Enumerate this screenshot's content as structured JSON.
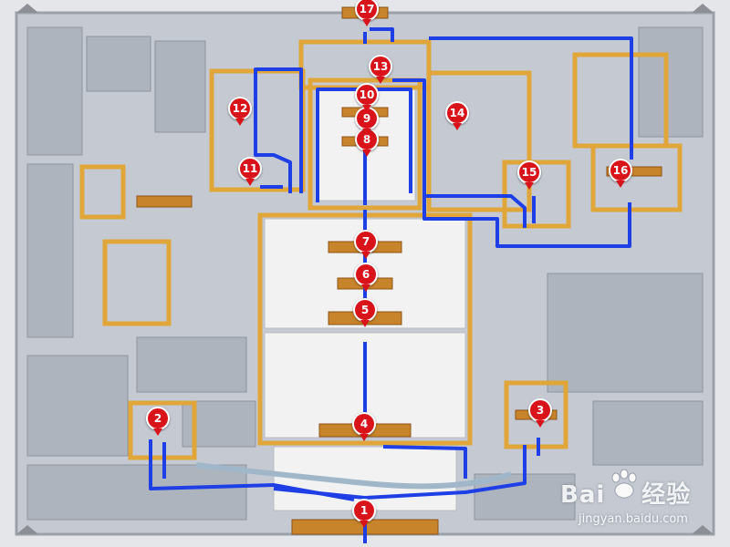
{
  "map": {
    "markers": [
      {
        "n": "1",
        "name": "marker-1"
      },
      {
        "n": "2",
        "name": "marker-2"
      },
      {
        "n": "3",
        "name": "marker-3"
      },
      {
        "n": "4",
        "name": "marker-4"
      },
      {
        "n": "5",
        "name": "marker-5"
      },
      {
        "n": "6",
        "name": "marker-6"
      },
      {
        "n": "7",
        "name": "marker-7"
      },
      {
        "n": "8",
        "name": "marker-8"
      },
      {
        "n": "9",
        "name": "marker-9"
      },
      {
        "n": "10",
        "name": "marker-10"
      },
      {
        "n": "11",
        "name": "marker-11"
      },
      {
        "n": "12",
        "name": "marker-12"
      },
      {
        "n": "13",
        "name": "marker-13"
      },
      {
        "n": "14",
        "name": "marker-14"
      },
      {
        "n": "15",
        "name": "marker-15"
      },
      {
        "n": "16",
        "name": "marker-16"
      },
      {
        "n": "17",
        "name": "marker-17"
      }
    ],
    "colors": {
      "route": "#1f3fe6",
      "marker": "#d8141a",
      "wall": "#e0a63a",
      "roof": "#c8842a",
      "ground": "#c7ccd4",
      "courtyard": "#f1f1f1"
    }
  },
  "watermark": {
    "logo_text": "Bai",
    "logo_text2": "经验",
    "url": "jingyan.baidu.com"
  }
}
